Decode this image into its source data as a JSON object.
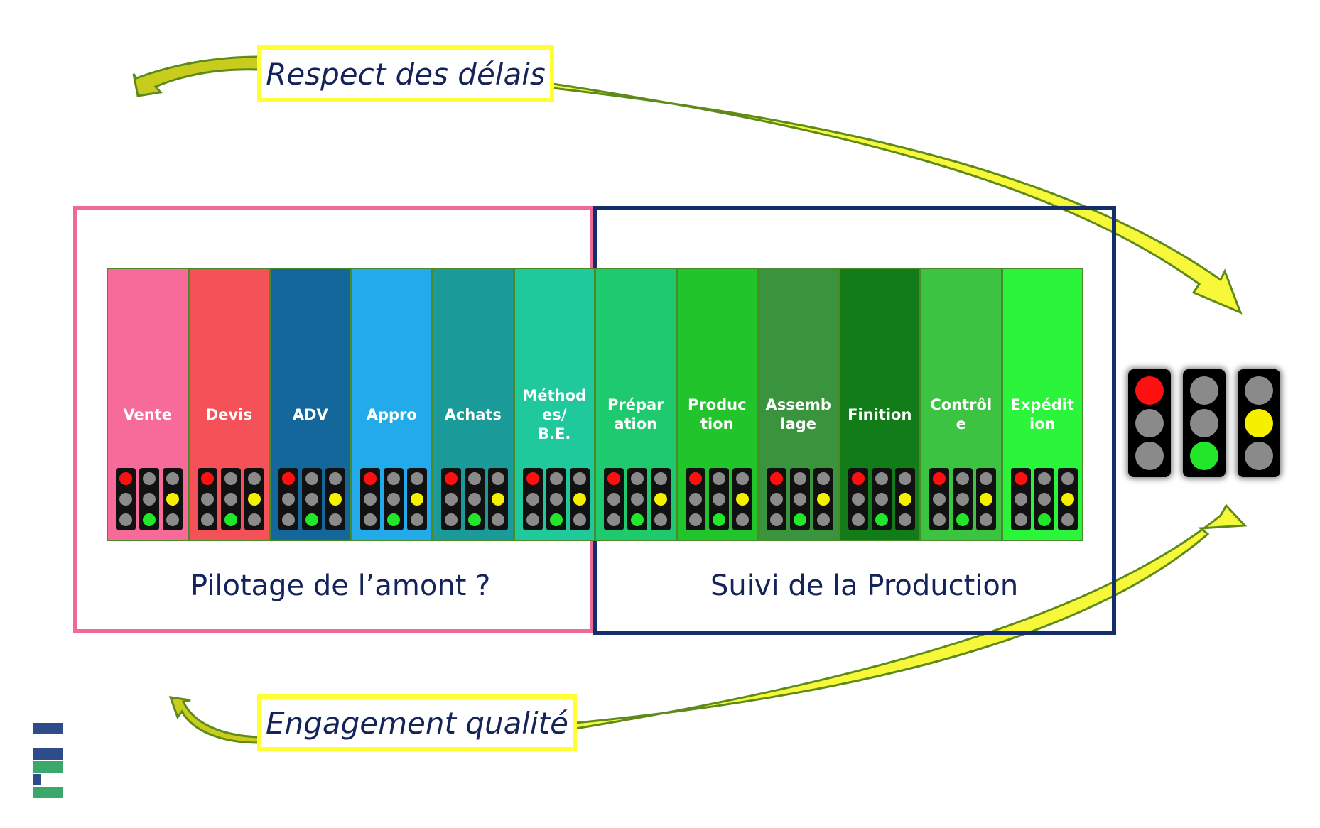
{
  "callouts": {
    "top": "Respect des délais",
    "bottom": "Engagement qualité"
  },
  "frames": {
    "left_caption": "Pilotage de l’amont ?",
    "right_caption": "Suivi de la Production"
  },
  "steps": [
    {
      "label": "Vente",
      "color": "#f66b9a"
    },
    {
      "label": "Devis",
      "color": "#f45258"
    },
    {
      "label": "ADV",
      "color": "#13679a"
    },
    {
      "label": "Appro",
      "color": "#22aaea"
    },
    {
      "label": "Achats",
      "color": "#1a9b99"
    },
    {
      "label": "Méthod\nes/\nB.E.",
      "color": "#20c99c"
    },
    {
      "label": "Prépar\nation",
      "color": "#1fca6e"
    },
    {
      "label": "Produc\ntion",
      "color": "#22c42c"
    },
    {
      "label": "Assemb\nlage",
      "color": "#3a943e"
    },
    {
      "label": "Finition",
      "color": "#127c18"
    },
    {
      "label": "Contrôl\ne",
      "color": "#3cc341"
    },
    {
      "label": "Expédit\nion",
      "color": "#2af53a"
    }
  ],
  "colors": {
    "lamp_red": "#ff1010",
    "lamp_green": "#22e62a",
    "lamp_yellow": "#f5f000",
    "lamp_off": "#8a8a8a",
    "arrow_fill": "#c8cc1c",
    "arrow_fill_bright": "#f8f83a",
    "arrow_stroke": "#5e8a1a",
    "callout_border": "#ffff33",
    "frame_left": "#f06a97",
    "frame_right": "#142d6b"
  },
  "icons": [
    "traffic-light-icon",
    "curved-arrow-icon",
    "company-logo-icon"
  ]
}
